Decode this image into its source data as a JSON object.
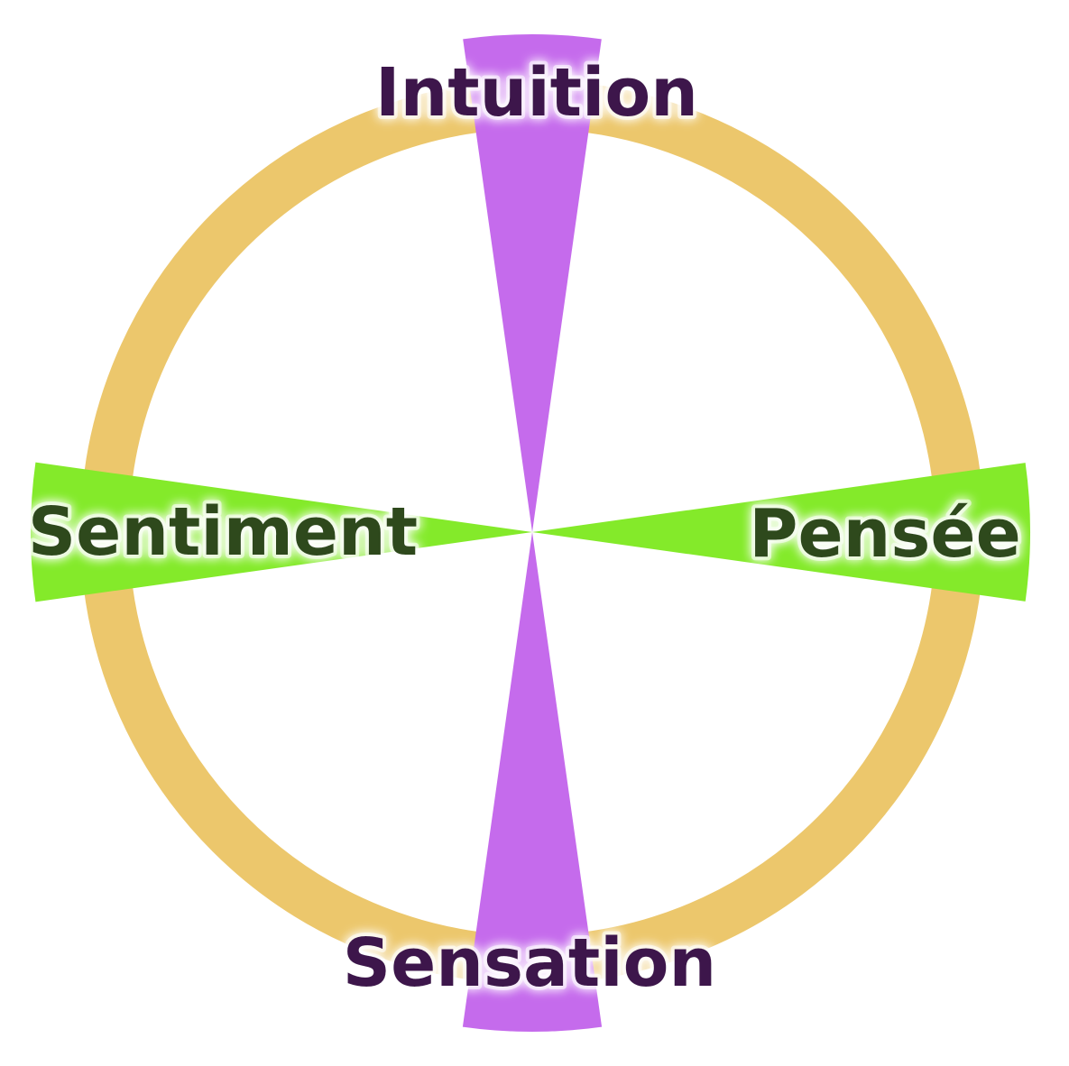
{
  "colors": {
    "ring": "#ECC76C",
    "vertical_axis": "#C56BEC",
    "horizontal_axis": "#84EA2A",
    "vertical_text": "#3D184C",
    "horizontal_text": "#2F4A1C"
  },
  "labels": {
    "top": "Intuition",
    "bottom": "Sensation",
    "left": "Sentiment",
    "right": "Pensée"
  }
}
